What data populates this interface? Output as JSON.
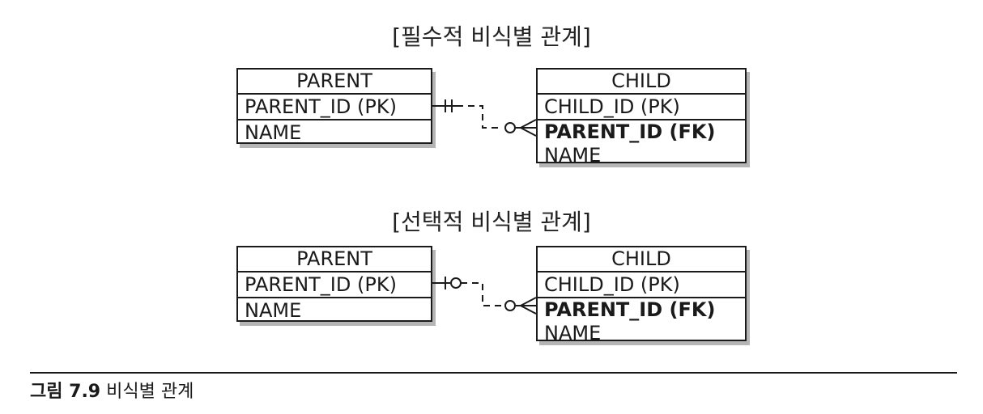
{
  "diagrams": [
    {
      "title": "[필수적 비식별 관계]",
      "parent": {
        "name": "PARENT",
        "pk": "PARENT_ID (PK)",
        "attr": "NAME"
      },
      "child": {
        "name": "CHILD",
        "pk": "CHILD_ID (PK)",
        "fk": "PARENT_ID (FK)",
        "attr": "NAME"
      },
      "parent_cardinality": "mandatory-one",
      "child_cardinality": "zero-or-many",
      "line_style": "dashed"
    },
    {
      "title": "[선택적 비식별 관계]",
      "parent": {
        "name": "PARENT",
        "pk": "PARENT_ID (PK)",
        "attr": "NAME"
      },
      "child": {
        "name": "CHILD",
        "pk": "CHILD_ID (PK)",
        "fk": "PARENT_ID (FK)",
        "attr": "NAME"
      },
      "parent_cardinality": "zero-or-one",
      "child_cardinality": "zero-or-many",
      "line_style": "dashed"
    }
  ],
  "caption": {
    "number": "그림 7.9",
    "text": "비식별 관계"
  }
}
